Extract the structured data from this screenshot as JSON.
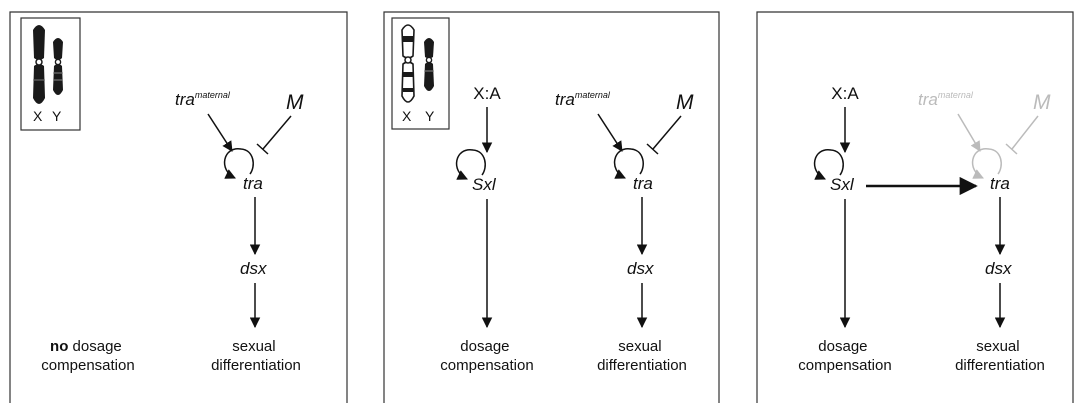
{
  "colors": {
    "ink": "#111111",
    "faded": "#bbbbbb",
    "panel_border": "#333333",
    "chromosome": "#1a1a1a"
  },
  "karyotype_labels": {
    "x": "X",
    "y": "Y"
  },
  "panels": [
    {
      "karyotype": [
        "X",
        "Y"
      ],
      "tra_maternal": {
        "base": "tra",
        "superscript": "maternal"
      },
      "m_factor": "M",
      "tra": "tra",
      "dsx": "dsx",
      "left_output": {
        "bold": "no",
        "rest": " dosage",
        "line2": "compensation"
      },
      "right_output": {
        "line1": "sexual",
        "line2": "differentiation"
      }
    },
    {
      "karyotype": [
        "X",
        "Y"
      ],
      "xa_ratio": "X:A",
      "sxl": "Sxl",
      "tra_maternal": {
        "base": "tra",
        "superscript": "maternal"
      },
      "m_factor": "M",
      "tra": "tra",
      "dsx": "dsx",
      "left_output": {
        "line1": "dosage",
        "line2": "compensation"
      },
      "right_output": {
        "line1": "sexual",
        "line2": "differentiation"
      }
    },
    {
      "xa_ratio": "X:A",
      "sxl": "Sxl",
      "tra_maternal": {
        "base": "tra",
        "superscript": "maternal",
        "faded": true
      },
      "m_factor": "M",
      "m_faded": true,
      "tra": "tra",
      "dsx": "dsx",
      "left_output": {
        "line1": "dosage",
        "line2": "compensation"
      },
      "right_output": {
        "line1": "sexual",
        "line2": "differentiation"
      }
    }
  ]
}
